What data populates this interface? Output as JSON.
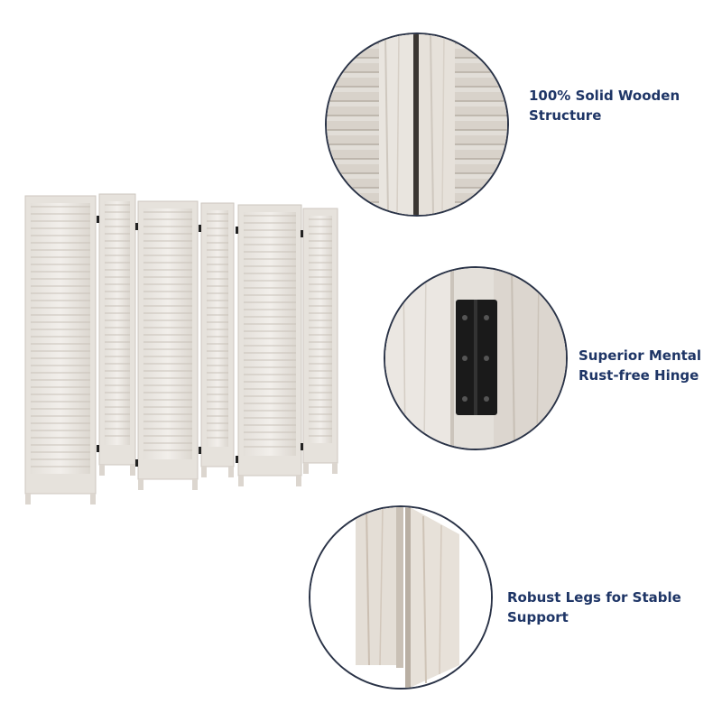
{
  "features": [
    {
      "line1": "100% Solid Wooden",
      "line2": "Structure",
      "icon": "wood-structure-closeup"
    },
    {
      "line1": "Superior Mental",
      "line2": "Rust-free Hinge",
      "icon": "hinge-closeup"
    },
    {
      "line1": "Robust Legs for Stable",
      "line2": "Support",
      "icon": "legs-closeup"
    }
  ],
  "colors": {
    "text": "#1e3566",
    "circle_border": "#2a3347",
    "wood_light": "#eeebe7",
    "wood_mid": "#d9d4ce",
    "wood_dark": "#b9b2aa",
    "hinge": "#1a1a1a"
  }
}
